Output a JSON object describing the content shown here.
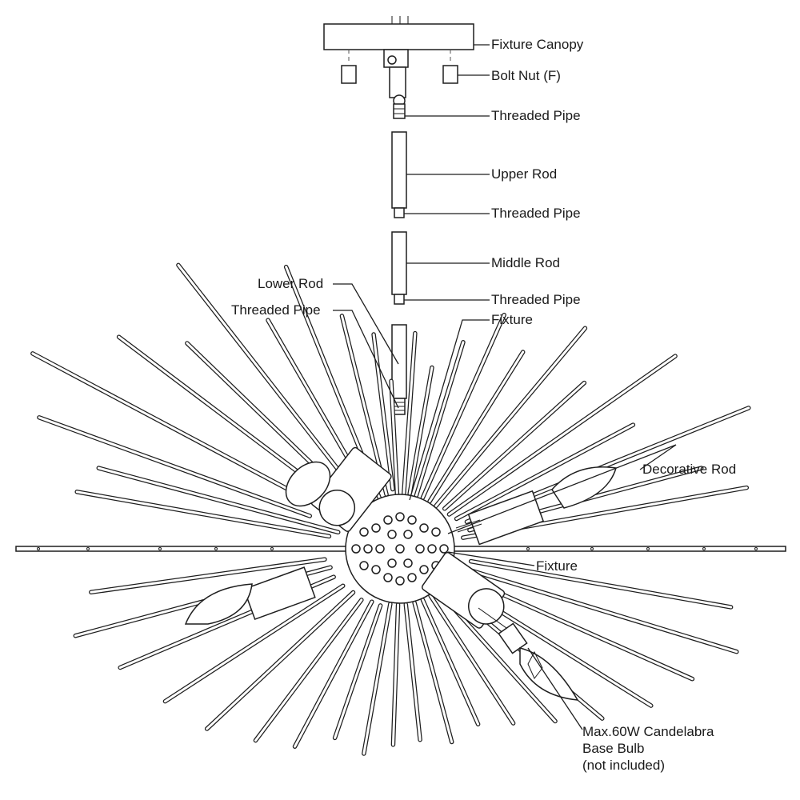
{
  "labels": {
    "fixture_canopy": "Fixture Canopy",
    "bolt_nut": "Bolt Nut (F)",
    "threaded_pipe_1": "Threaded Pipe",
    "upper_rod": "Upper Rod",
    "threaded_pipe_2": "Threaded Pipe",
    "middle_rod": "Middle Rod",
    "threaded_pipe_3": "Threaded Pipe",
    "lower_rod": "Lower Rod",
    "threaded_pipe_4": "Threaded Pipe",
    "fixture_top": "Fixture",
    "decorative_rod": "Decorative Rod",
    "fixture_mid": "Fixture",
    "bulb_line1": "Max.60W Candelabra",
    "bulb_line2": "Base Bulb",
    "bulb_line3": "(not included)"
  }
}
